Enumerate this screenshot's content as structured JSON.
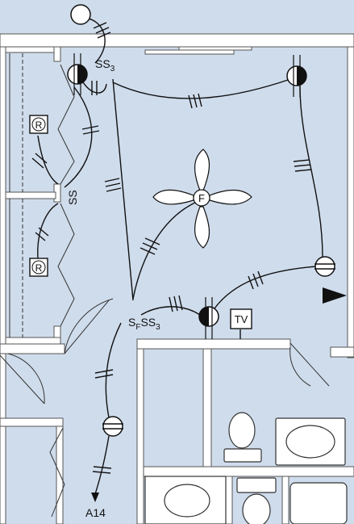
{
  "labels": {
    "ss3_top": "SS",
    "ss3_top_sub": "3",
    "ss_left": "SS",
    "r_top": "R",
    "r_bottom": "R",
    "fan": "F",
    "switch_s": "S",
    "switch_s_sub": "F",
    "switch_ss": "SS",
    "switch_ss_sub": "3",
    "tv": "TV",
    "home_run": "A14"
  },
  "colors": {
    "background": "#cfdcec",
    "wall": "#ffffff",
    "line": "#111111"
  }
}
